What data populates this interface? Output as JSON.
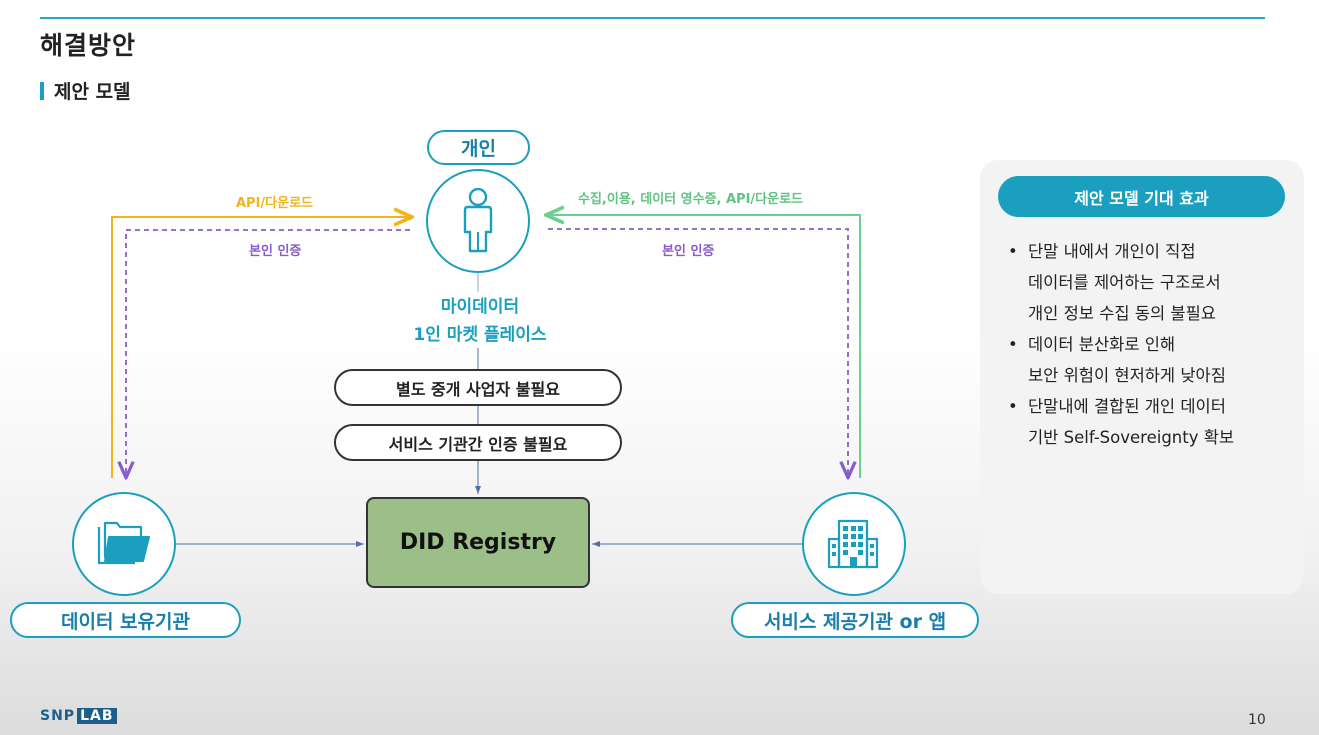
{
  "slide": {
    "title": "해결방안",
    "subtitle": "제안 모델",
    "page_number": "10"
  },
  "diagram": {
    "individual_label": "개인",
    "mydata_line1": "마이데이터",
    "mydata_line2": "1인 마켓 플레이스",
    "no_broker": "별도 중개 사업자 불필요",
    "no_inter_auth": "서비스 기관간 인증 불필요",
    "registry": "DID Registry",
    "data_holder": "데이터 보유기관",
    "service_provider": "서비스 제공기관 or 앱",
    "left_top_label": "API/다운로드",
    "left_auth_label": "본인 인증",
    "right_top_label": "수집,이용, 데이터 영수증, API/다운로드",
    "right_auth_label": "본인 인증",
    "colors": {
      "teal": "#1a9fbe",
      "orange": "#f2b418",
      "purple": "#8a5cc9",
      "green": "#6dcf8f",
      "registry_green": "#9cbf8a"
    }
  },
  "panel": {
    "heading": "제안 모델 기대 효과",
    "bullets": [
      [
        "단말 내에서 개인이 직접",
        "데이터를 제어하는 구조로서",
        "개인 정보 수집 동의 불필요"
      ],
      [
        "데이터 분산화로 인해",
        "보안 위험이 현저하게 낮아짐"
      ],
      [
        "단말내에 결합된 개인 데이터",
        "기반 Self-Sovereignty 확보"
      ]
    ]
  },
  "logo": {
    "part1": "SNP",
    "part2": "LAB"
  }
}
